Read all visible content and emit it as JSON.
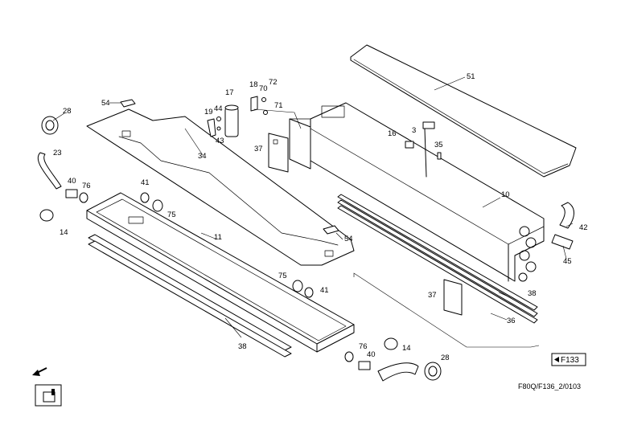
{
  "callouts": {
    "c51": "51",
    "c28a": "28",
    "c54a": "54",
    "c17": "17",
    "c18": "18",
    "c70": "70",
    "c72": "72",
    "c44": "44",
    "c19": "19",
    "c71": "71",
    "c43": "43",
    "c16": "16",
    "c3": "3",
    "c35": "35",
    "c37a": "37",
    "c23": "23",
    "c34": "34",
    "c10": "10",
    "c40a": "40",
    "c76a": "76",
    "c41a": "41",
    "c75a": "75",
    "c14a": "14",
    "c11": "11",
    "c54b": "54",
    "c42": "42",
    "c45": "45",
    "c75b": "75",
    "c41b": "41",
    "c37b": "37",
    "c38a": "38",
    "c36": "36",
    "c38b": "38",
    "c76b": "76",
    "c40b": "40",
    "c14b": "14",
    "c28b": "28"
  },
  "reference_tag": "F133",
  "drawing_code": "F80Q/F136_2/0103"
}
